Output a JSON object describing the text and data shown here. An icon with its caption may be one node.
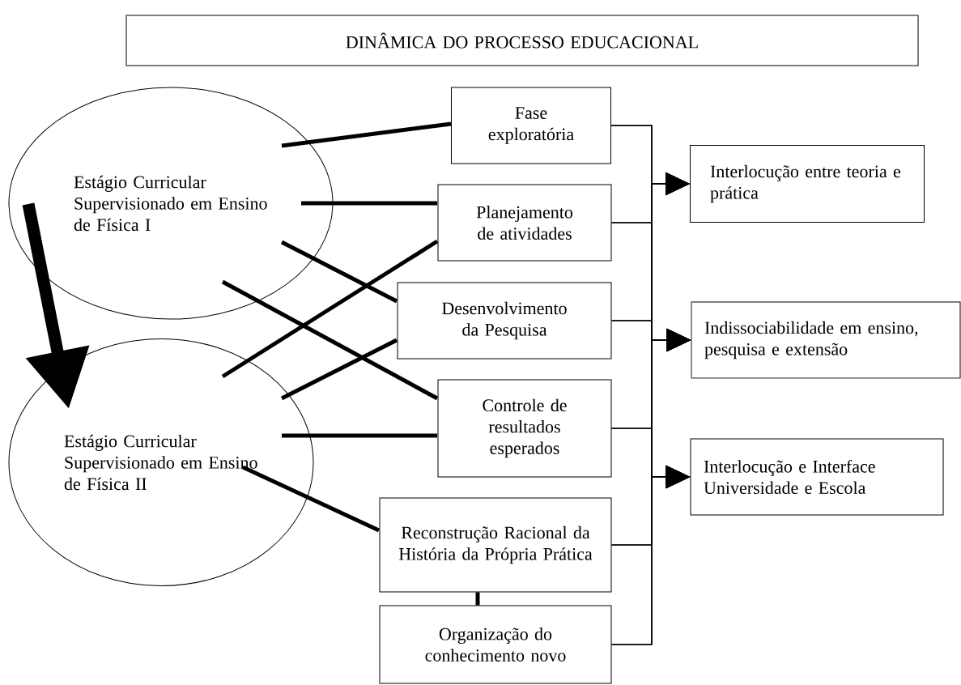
{
  "diagram": {
    "nodes": [
      {
        "text": [
          "DINÂMICA DO PROCESSO EDUCACIONAL"
        ]
      },
      {
        "text": [
          "Estágio Curricular Supervisionado em Ensino de Física I"
        ]
      },
      {
        "text": [
          "Estágio Curricular Supervisionado em Ensino de Física II"
        ]
      },
      {
        "text": [
          "Fase exploratória"
        ]
      },
      {
        "text": [
          "Planejamento de atividades"
        ]
      },
      {
        "text": [
          "Desenvolvimento da Pesquisa"
        ]
      },
      {
        "text": [
          "Controle de resultados esperados"
        ]
      },
      {
        "text": [
          "Reconstrução Racional da História da Própria Prática"
        ]
      },
      {
        "text": [
          "Organização do conhecimento novo"
        ]
      },
      {
        "text": [
          "Interlocução entre teoria e prática"
        ]
      },
      {
        "text": [
          "Indissociabilidade em ensino, pesquisa e extensão"
        ]
      },
      {
        "text": [
          "Interlocução e Interface Universidade e Escola"
        ]
      }
    ],
    "edges": [
      {
        "from": 1,
        "to": 2,
        "arrow": "to",
        "style": "thick"
      },
      {
        "from": 1,
        "to": 3,
        "arrow": "none",
        "style": "thick"
      },
      {
        "from": 1,
        "to": 4,
        "arrow": "none",
        "style": "thick"
      },
      {
        "from": 1,
        "to": 5,
        "arrow": "none",
        "style": "thick"
      },
      {
        "from": 1,
        "to": 6,
        "arrow": "none",
        "style": "thick"
      },
      {
        "from": 2,
        "to": 4,
        "arrow": "none",
        "style": "thick"
      },
      {
        "from": 2,
        "to": 5,
        "arrow": "none",
        "style": "thick"
      },
      {
        "from": 2,
        "to": 6,
        "arrow": "none",
        "style": "thick"
      },
      {
        "from": 2,
        "to": 7,
        "arrow": "none",
        "style": "thick"
      },
      {
        "from": 7,
        "to": 8,
        "arrow": "none",
        "style": "thick"
      },
      {
        "from": 3,
        "to": 9,
        "arrow": "to"
      },
      {
        "from": 3,
        "to": 10,
        "arrow": "to"
      },
      {
        "from": 3,
        "to": 11,
        "arrow": "to"
      },
      {
        "from": 4,
        "to": 9,
        "arrow": "to"
      },
      {
        "from": 4,
        "to": 10,
        "arrow": "to"
      },
      {
        "from": 4,
        "to": 11,
        "arrow": "to"
      },
      {
        "from": 5,
        "to": 9,
        "arrow": "to"
      },
      {
        "from": 5,
        "to": 10,
        "arrow": "to"
      },
      {
        "from": 5,
        "to": 11,
        "arrow": "to"
      },
      {
        "from": 6,
        "to": 9,
        "arrow": "to"
      },
      {
        "from": 6,
        "to": 10,
        "arrow": "to"
      },
      {
        "from": 6,
        "to": 11,
        "arrow": "to"
      },
      {
        "from": 7,
        "to": 9,
        "arrow": "to"
      },
      {
        "from": 7,
        "to": 10,
        "arrow": "to"
      },
      {
        "from": 7,
        "to": 11,
        "arrow": "to"
      },
      {
        "from": 8,
        "to": 9,
        "arrow": "to"
      },
      {
        "from": 8,
        "to": 10,
        "arrow": "to"
      },
      {
        "from": 8,
        "to": 11,
        "arrow": "to"
      }
    ]
  }
}
